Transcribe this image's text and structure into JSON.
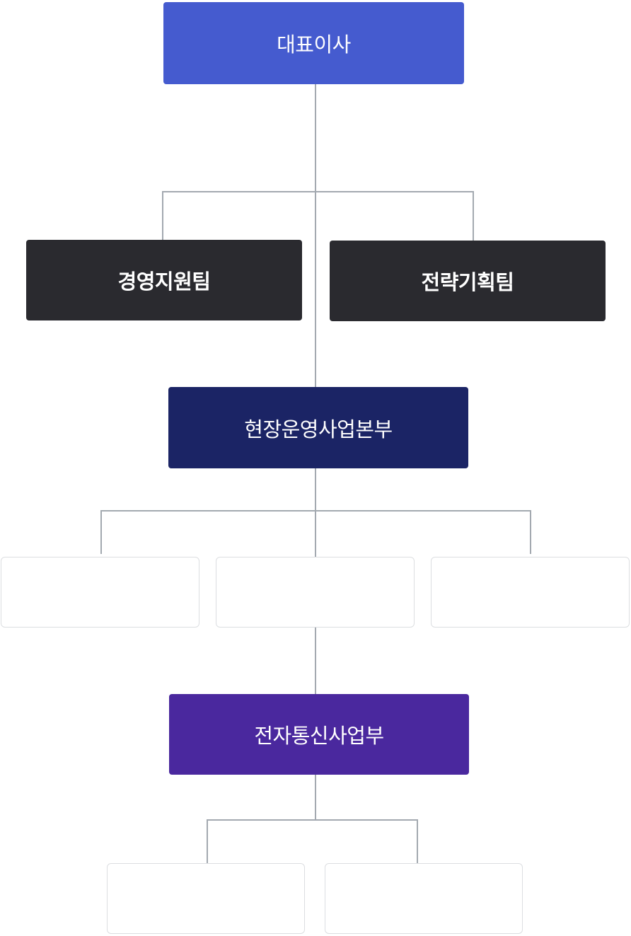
{
  "colors": {
    "ceo": "#455bcf",
    "team": "#2a2a2f",
    "field_division": "#1b2465",
    "telecom_division": "#4a289e",
    "connector": "#a3a9b0"
  },
  "ceo": {
    "label": "대표이사"
  },
  "staff_teams": [
    {
      "label": "경영지원팀"
    },
    {
      "label": "전략기획팀"
    }
  ],
  "field_division": {
    "label": "현장운영사업본부"
  },
  "telecom_division": {
    "label": "전자통신사업부"
  }
}
